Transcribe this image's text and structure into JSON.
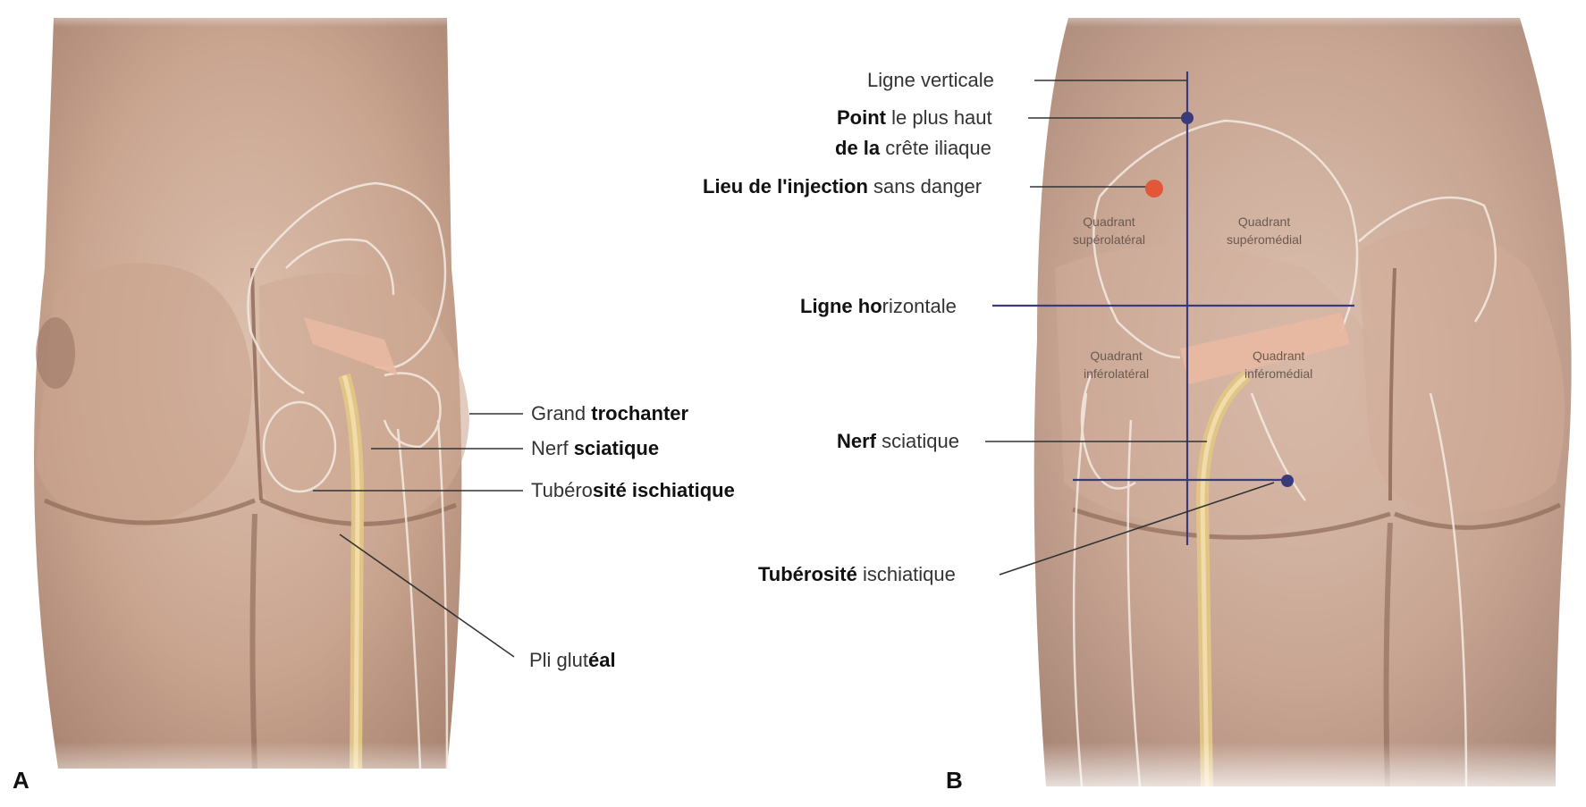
{
  "panel_a": {
    "letter": "A",
    "labels": {
      "grand_trochanter": [
        "Grand ",
        "trochanter"
      ],
      "nerf_sciatique": [
        "Nerf ",
        "sciatique"
      ],
      "tuberosite": [
        "Tubéro",
        "sité ischiatique"
      ],
      "pli_gluteal": [
        "Pli glut",
        "éal"
      ]
    }
  },
  "panel_b": {
    "letter": "B",
    "labels": {
      "ligne_verticale": "Ligne verticale",
      "point_haut_line1": [
        "Point",
        " le plus haut"
      ],
      "point_haut_line2": [
        "de la",
        " crête iliaque"
      ],
      "lieu_injection": [
        "Lieu de l'injection",
        " sans danger"
      ],
      "ligne_horizontale": [
        "Ligne ho",
        "rizontale"
      ],
      "nerf_sciatique": [
        "Nerf",
        " sciatique"
      ],
      "tuberosite": [
        "Tubérosité",
        " ischiatique"
      ]
    },
    "quadrants": {
      "sup_lat": [
        "Quadrant",
        "supérolatéral"
      ],
      "sup_med": [
        "Quadrant",
        "supéromédial"
      ],
      "inf_lat": [
        "Quadrant",
        "inférolatéral"
      ],
      "inf_med": [
        "Quadrant",
        "inféromédial"
      ]
    }
  },
  "colors": {
    "skin": "#d9b9a6",
    "skin_dark": "#b8927c",
    "nerve": "#e3c98c",
    "muscle": "#e7b7a0",
    "bone_line": "#f5ece4",
    "guide_line": "#3b3a7a",
    "injection_dot": "#e2563a",
    "landmark_dot": "#3b3a7a"
  }
}
